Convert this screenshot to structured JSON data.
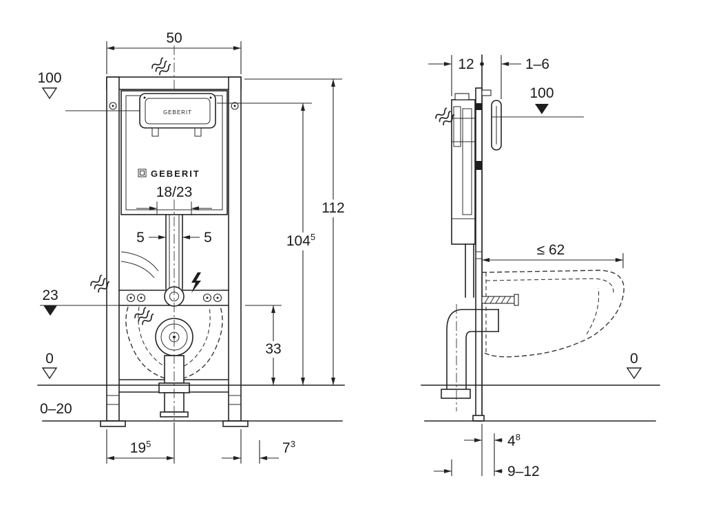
{
  "front": {
    "dim_width": "50",
    "level_top": "100",
    "plate_brand": "GEBERIT",
    "logo_brand": "GEBERIT",
    "dim_offset": "18/23",
    "dim_five_left": "5",
    "dim_five_right": "5",
    "level_outlet": "23",
    "level_floor": "0",
    "dim_floor_range": "0–20",
    "dim_foot": {
      "main": "19",
      "sup": "5"
    },
    "dim_side_offset": {
      "main": "7",
      "sup": "3"
    },
    "dim_total_height": "112",
    "dim_actuator_height": {
      "main": "104",
      "sup": "5"
    },
    "dim_bar_height": "33"
  },
  "side": {
    "dim_depth": "12",
    "dim_wall_finish": "1–6",
    "level_actuator": "100",
    "dim_pan_max": "≤ 62",
    "level_floor": "0",
    "dim_outlet_offset": {
      "main": "4",
      "sup": "8"
    },
    "dim_outlet_range": "9–12"
  }
}
